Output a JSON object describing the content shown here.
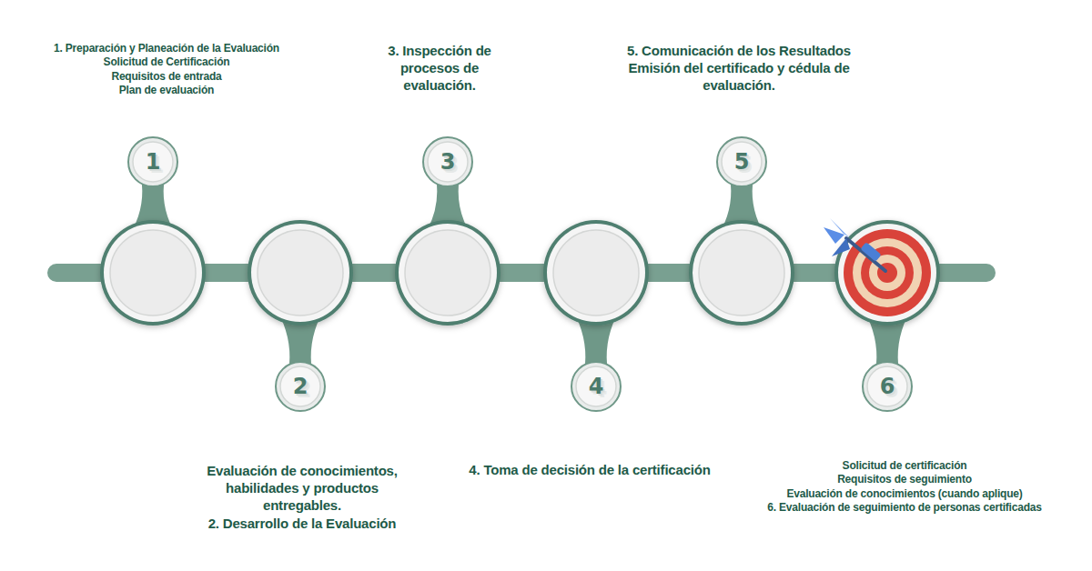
{
  "diagram": {
    "nodes": [
      {
        "text": [
          "1",
          "1. Preparación y Planeación de la Evaluación",
          "Solicitud de Certificación",
          "Requisitos de entrada",
          "Plan de evaluación"
        ]
      },
      {
        "text": [
          "2",
          "Evaluación de conocimientos, habilidades y productos entregables.",
          "2. Desarrollo de la Evaluación"
        ]
      },
      {
        "text": [
          "3",
          "3. Inspección de procesos de evaluación."
        ]
      },
      {
        "text": [
          "4",
          "4. Toma de decisión de la certificación"
        ]
      },
      {
        "text": [
          "5",
          "5. Comunicación de los Resultados",
          "Emisión del certificado y cédula de evaluación."
        ]
      },
      {
        "text": [
          "6",
          "Solicitud de certificación",
          "Requisitos de seguimiento",
          "Evaluación de conocimientos (cuando aplique)",
          "6. Evaluación de seguimiento de personas certificadas"
        ]
      }
    ]
  }
}
